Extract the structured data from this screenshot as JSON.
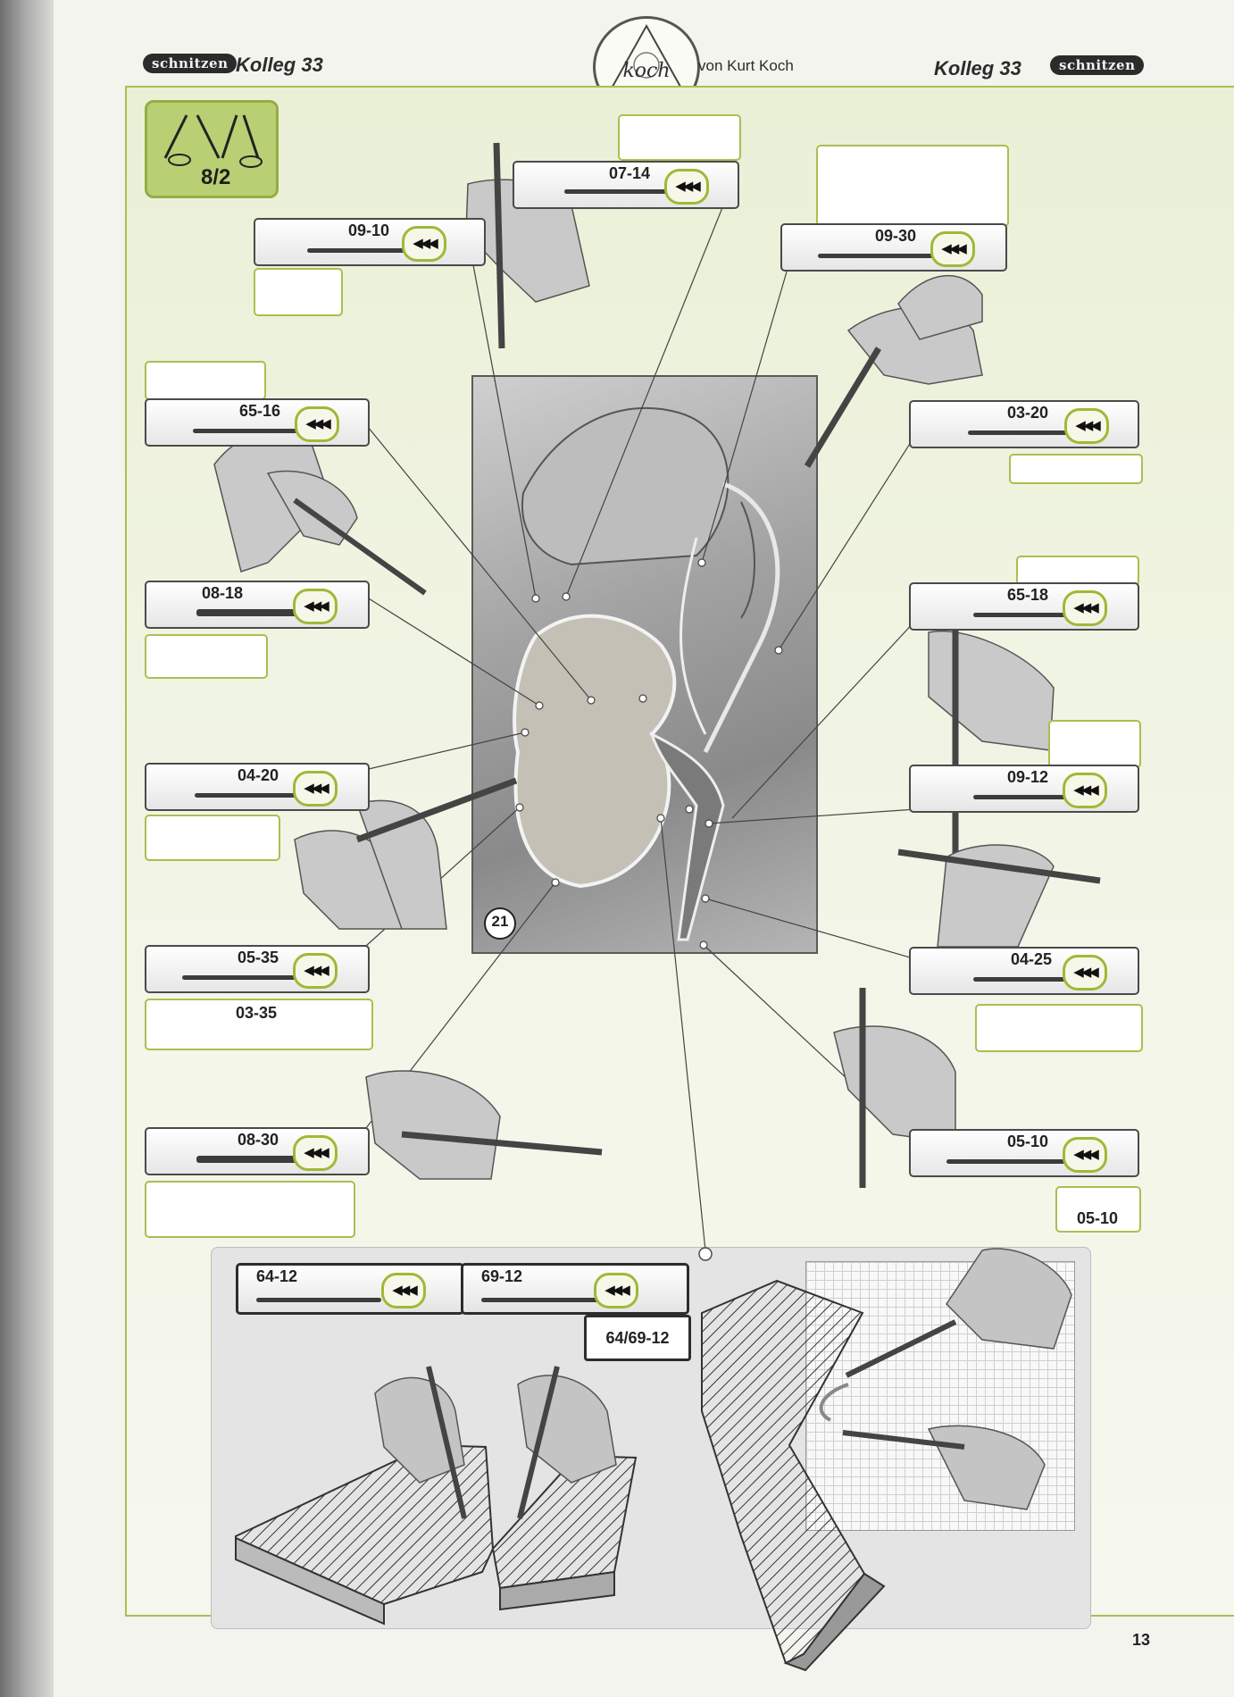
{
  "header": {
    "brand": "schnitzen",
    "left_title": "Kolleg 33",
    "center_text": "von Kurt Koch",
    "right_title": "Kolleg 33",
    "logo_word": "koch"
  },
  "badge": {
    "label": "8/2"
  },
  "photo": {
    "label": "21"
  },
  "tools": [
    {
      "code": "07-14"
    },
    {
      "code": "09-10"
    },
    {
      "code": "09-30"
    },
    {
      "code": "65-16"
    },
    {
      "code": "03-20"
    },
    {
      "code": "08-18"
    },
    {
      "code": "65-18"
    },
    {
      "code": "04-20"
    },
    {
      "code": "09-12"
    },
    {
      "code": "05-35"
    },
    {
      "code": "04-25"
    },
    {
      "code": "08-30"
    },
    {
      "code": "05-10"
    }
  ],
  "profile_labels": {
    "p0535": "03-35",
    "p0510": "05-10"
  },
  "bottom": {
    "tool_a": "64-12",
    "tool_b": "69-12",
    "combo": "64/69-12"
  },
  "page_number": "13"
}
